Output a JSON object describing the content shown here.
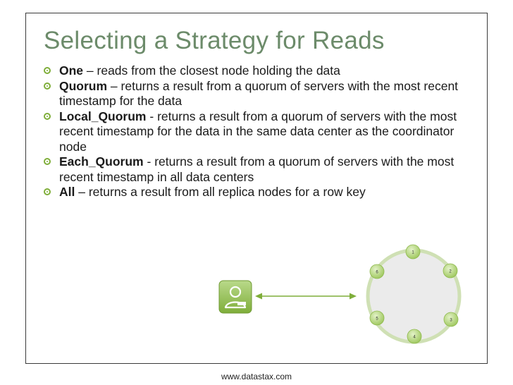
{
  "slide": {
    "title": "Selecting a Strategy for Reads",
    "bullets": [
      {
        "term": "One",
        "sep": " – ",
        "text": "reads from the closest node holding the data"
      },
      {
        "term": "Quorum",
        "sep": " – ",
        "text": "returns a result from a quorum of servers with the most recent timestamp for the data"
      },
      {
        "term": "Local_Quorum",
        "sep": " - ",
        "text": "returns a result from a quorum of servers with the most recent timestamp for the data in the same data center as the coordinator node"
      },
      {
        "term": "Each_Quorum",
        "sep": " - ",
        "text": "returns a result from a quorum of servers with the most recent timestamp in all data centers"
      },
      {
        "term": "All",
        "sep": " – ",
        "text": "returns a result from all replica nodes for a row key"
      }
    ],
    "footer": "www.datastax.com"
  },
  "diagram": {
    "client_icon": "user-icon",
    "ring_nodes": [
      "1",
      "2",
      "3",
      "4",
      "5",
      "6"
    ],
    "colors": {
      "accent": "#7fae3a",
      "title": "#6c8b6a",
      "ring_fill": "#ebebeb",
      "ring_stroke": "#cfe0b4"
    }
  }
}
